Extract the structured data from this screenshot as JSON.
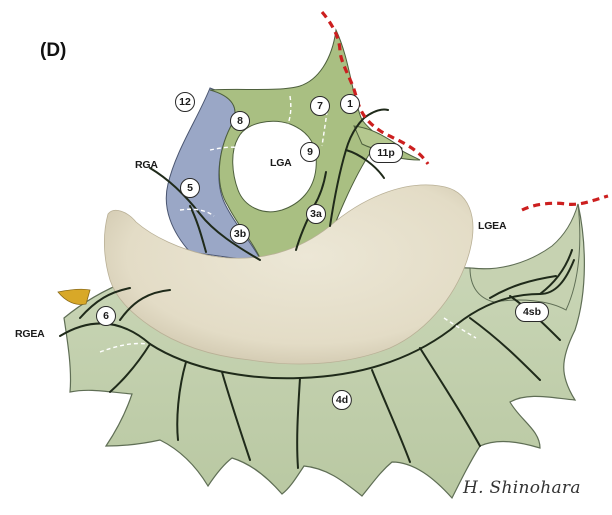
{
  "figure": {
    "panel_label": "(D)",
    "signature": "H. Shinohara"
  },
  "vessel_labels": {
    "rga": "RGA",
    "lga": "LGA",
    "lgea": "LGEA",
    "rgea": "RGEA"
  },
  "lymph_nodes": {
    "n12": "12",
    "n8": "8",
    "n7": "7",
    "n1": "1",
    "n9": "9",
    "n11p": "11p",
    "n5": "5",
    "n3a": "3a",
    "n3b": "3b",
    "n6": "6",
    "n4sb": "4sb",
    "n4d": "4d"
  },
  "colors": {
    "omentum_green": "#c2d0ad",
    "lesser_omentum_green": "#a9bf82",
    "blue_mesentery": "#9aa7c6",
    "stomach_cream": "#e6e0cc",
    "dashed_border_red": "#cc1f1f",
    "pylorus_yellow": "#d8a828",
    "vessel_dark": "#1f2a1a",
    "boundary_white": "#ffffff"
  },
  "icons": [
    "stomach-shape",
    "greater-omentum-shape",
    "lesser-omentum-shape"
  ]
}
